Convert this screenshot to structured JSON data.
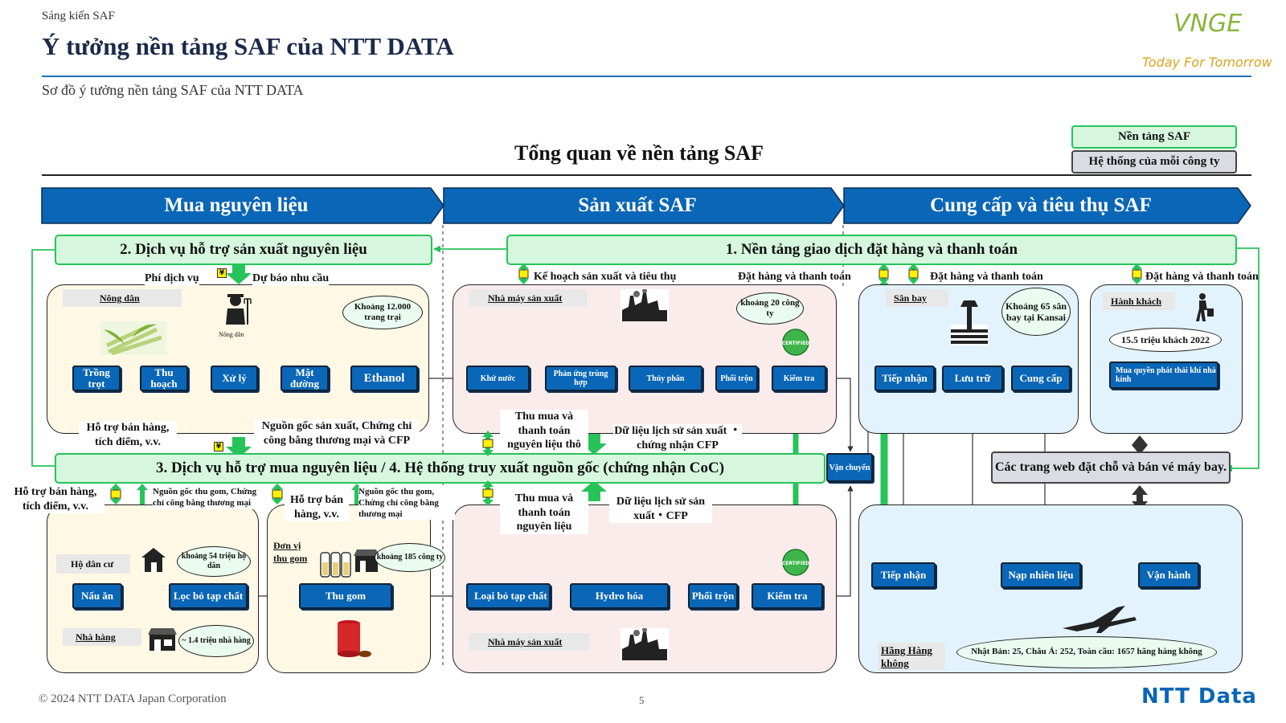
{
  "header": {
    "section": "Sáng kiến SAF",
    "title": "Ý tưởng nền tảng SAF của NTT DATA",
    "subtitle": "Sơ đồ ý tưởng nền tảng SAF của NTT DATA"
  },
  "logo": {
    "mark": "VNGE",
    "tagline": "Today For Tomorrow"
  },
  "legend": {
    "platform": "Nền tảng SAF",
    "company_system": "Hệ thống của mỗi công ty"
  },
  "diagram_title": "Tổng quan về nền tảng SAF",
  "phases": [
    "Mua nguyên liệu",
    "Sản xuất SAF",
    "Cung cấp và tiêu thụ SAF"
  ],
  "bars": {
    "service2": "2. Dịch vụ hỗ trợ sản xuất nguyên liệu",
    "platform1": "1. Nền tảng giao dịch đặt hàng và thanh toán",
    "service3": "3. Dịch vụ hỗ trợ mua nguyên liệu / 4. Hệ thống truy xuất nguồn gốc (chứng nhận CoC)"
  },
  "labels": {
    "phi_dich_vu": "Phí dịch vụ",
    "du_bao": "Dự báo nhu cầu",
    "ke_hoach": "Kế hoạch sản xuất và tiêu thụ",
    "dat_hang_1": "Đặt hàng và thanh toán",
    "dat_hang_2": "Đặt hàng và thanh toán",
    "dat_hang_3": "Đặt hàng và thanh toán",
    "ho_tro_ban_hang_1": "Hỗ trợ bán hàng, tích điểm, v.v.",
    "nguon_goc_1": "Nguồn gốc sản xuất, Chứng chỉ công bằng thương mại và CFP",
    "thu_mua_tho": "Thu mua và thanh toán nguyên liệu thô",
    "du_lieu_1": "Dữ liệu lịch sử sản xuất ・chứng nhận CFP",
    "ho_tro_ban_hang_2": "Hỗ trợ bán hàng, tích điểm, v.v.",
    "nguon_goc_thu_gom_1": "Nguồn gốc thu gom, Chứng chỉ công bằng thương mại",
    "ho_tro_ban_3": "Hỗ trợ bán hàng, v.v.",
    "nguon_goc_thu_gom_2": "Nguồn gốc thu gom, Chứng chỉ công bằng thương mại",
    "thu_mua_nl": "Thu mua và thanh toán nguyên liệu",
    "du_lieu_2": "Dữ liệu lịch sử sản xuất・CFP",
    "van_chuyen": "Vận chuyển",
    "booking": "Các trang web đặt chỗ và bán vé máy bay."
  },
  "farm": {
    "tag": "Nông dân",
    "farmer_caption": "Nông dân",
    "count": "Khoảng 12.000 trang trại",
    "steps": [
      "Trồng trọt",
      "Thu hoạch",
      "Xử lý",
      "Mật đường",
      "Ethanol"
    ]
  },
  "factory_top": {
    "tag": "Nhà máy sản xuất",
    "count": "khoảng 20 công ty",
    "steps": [
      "Khử nước",
      "Phản ứng trùng hợp",
      "Thủy phân",
      "Phối trộn",
      "Kiểm tra"
    ]
  },
  "airport": {
    "tag": "Sân bay",
    "count": "Khoảng 65 sân bay tại Kansai",
    "steps": [
      "Tiếp nhận",
      "Lưu trữ",
      "Cung cấp"
    ]
  },
  "passenger": {
    "tag": "Hành khách",
    "count": "15.5 triệu khách 2022",
    "action": "Mua quyền phát thải khí nhà kính"
  },
  "household": {
    "tag": "Hộ dân cư",
    "count": "khoảng 54 triệu hộ dân",
    "steps": [
      "Nấu ăn",
      "Lọc bỏ tạp chất"
    ],
    "restaurant_tag": "Nhà hàng",
    "restaurant_count": "~ 1.4 triệu nhà hàng"
  },
  "collector": {
    "tag": "Đơn vị thu gom",
    "count": "khoảng 185 công ty",
    "step": "Thu gom"
  },
  "factory_bottom": {
    "tag": "Nhà máy sản xuất",
    "steps": [
      "Loại bỏ tạp chất",
      "Hydro hóa",
      "Phối trộn",
      "Kiểm tra"
    ]
  },
  "airline": {
    "tag": "Hãng Hàng không",
    "count": "Nhật Bản: 25, Châu Á: 252, Toàn cầu: 1657 hãng hàng không",
    "steps": [
      "Tiếp nhận",
      "Nạp nhiên liệu",
      "Vận hành"
    ]
  },
  "cert_badge": "CERTIFIED",
  "footer": {
    "copyright": "© 2024 NTT DATA Japan Corporation",
    "page": "5",
    "brand": "NTT Data"
  },
  "colors": {
    "blue": "#0a66b6",
    "green": "#27c35a",
    "green_fill": "#d6f7de",
    "yellow_panel": "#fff8e5",
    "pink_panel": "#fbecec",
    "blue_panel": "#e3f3fd"
  }
}
